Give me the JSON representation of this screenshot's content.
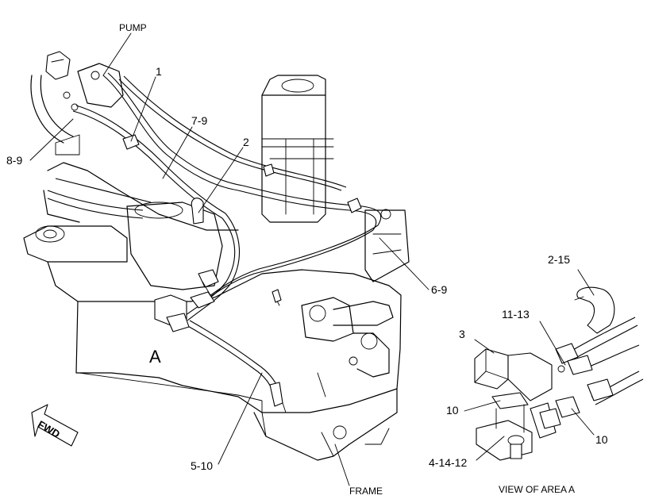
{
  "labels": {
    "pump": "PUMP",
    "l1": "1",
    "l79": "7-9",
    "l89": "8-9",
    "l2": "2",
    "l69": "6-9",
    "lA": "A",
    "l510": "5-10",
    "frame": "FRAME",
    "l215": "2-15",
    "l1113": "11-13",
    "l3": "3",
    "l10a": "10",
    "l10b": "10",
    "l41412": "4-14-12",
    "view": "VIEW OF AREA  A",
    "fwd": "FWD"
  }
}
